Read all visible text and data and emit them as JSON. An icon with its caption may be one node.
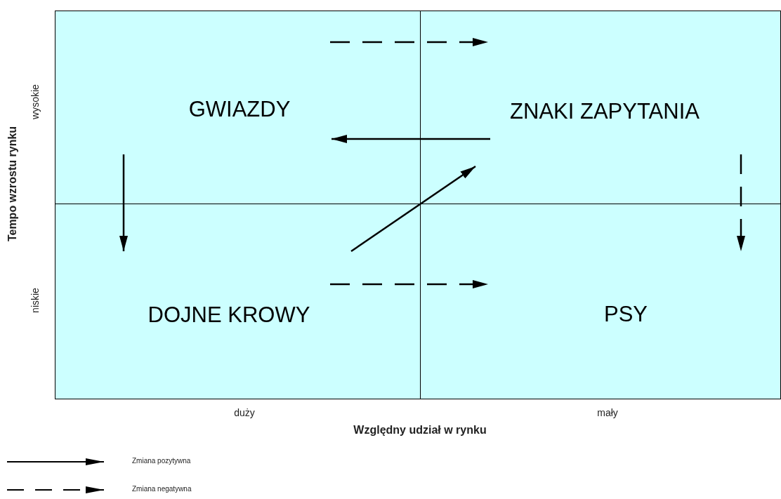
{
  "diagram": {
    "nodes": [
      {
        "text": [
          "GWIAZDY"
        ]
      },
      {
        "text": [
          "ZNAKI ZAPYTANIA"
        ]
      },
      {
        "text": [
          "DOJNE KROWY"
        ]
      },
      {
        "text": [
          "PSY"
        ]
      }
    ],
    "edges": [
      {
        "from": 0,
        "to": 1,
        "arrow": "to",
        "style": "dashed"
      },
      {
        "from": 1,
        "to": 0,
        "arrow": "to"
      },
      {
        "from": 0,
        "to": 2,
        "arrow": "to"
      },
      {
        "from": 2,
        "to": 1,
        "arrow": "to"
      },
      {
        "from": 2,
        "to": 3,
        "arrow": "to",
        "style": "dashed"
      },
      {
        "from": 1,
        "to": 3,
        "arrow": "to",
        "style": "dashed"
      }
    ],
    "labels": [
      "wysokie",
      "Tempo wzrostu rynku",
      "niskie",
      "duży",
      "mały",
      "Względny udział w rynku"
    ],
    "legend": [
      {
        "text": "Zmiana pozytywna"
      },
      {
        "text": "Zmiana negatywna"
      }
    ]
  }
}
